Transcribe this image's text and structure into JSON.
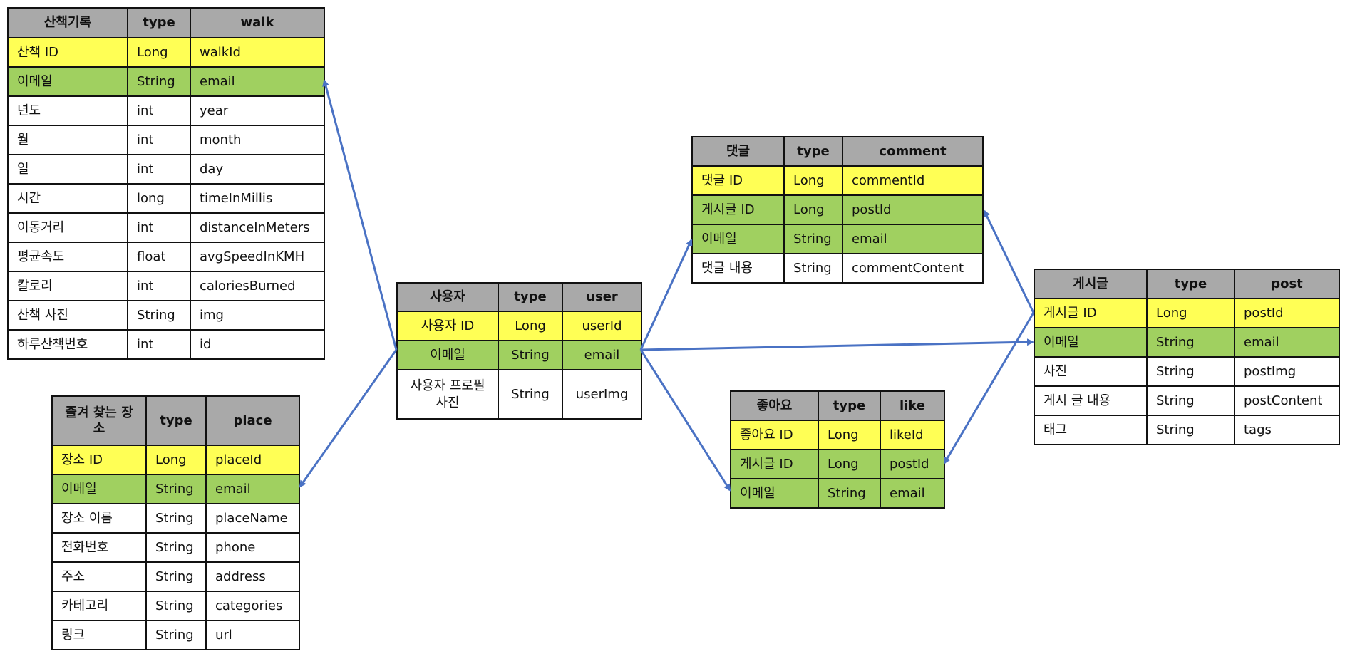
{
  "colors": {
    "header": "#a9a9a9",
    "primary_key": "#ffff55",
    "foreign_key": "#a0d060",
    "arrow": "#4a72c4"
  },
  "tables": [
    {
      "id": "walk",
      "headers": [
        "산책기록",
        "type",
        "walk"
      ],
      "rows": [
        {
          "kind": "pk",
          "cells": [
            "산책 ID",
            "Long",
            "walkId"
          ]
        },
        {
          "kind": "fk",
          "cells": [
            "이메일",
            "String",
            "email"
          ]
        },
        {
          "kind": "",
          "cells": [
            "년도",
            "int",
            "year"
          ]
        },
        {
          "kind": "",
          "cells": [
            "월",
            "int",
            "month"
          ]
        },
        {
          "kind": "",
          "cells": [
            "일",
            "int",
            "day"
          ]
        },
        {
          "kind": "",
          "cells": [
            "시간",
            "long",
            "timeInMillis"
          ]
        },
        {
          "kind": "",
          "cells": [
            "이동거리",
            "int",
            "distanceInMeters"
          ]
        },
        {
          "kind": "",
          "cells": [
            "평균속도",
            "float",
            "avgSpeedInKMH"
          ]
        },
        {
          "kind": "",
          "cells": [
            "칼로리",
            "int",
            "caloriesBurned"
          ]
        },
        {
          "kind": "",
          "cells": [
            "산책 사진",
            "String",
            "img"
          ]
        },
        {
          "kind": "",
          "cells": [
            "하루산책번호",
            "int",
            "id"
          ]
        }
      ]
    },
    {
      "id": "place",
      "headers": [
        "즐겨 찾는 장소",
        "type",
        "place"
      ],
      "rows": [
        {
          "kind": "pk",
          "cells": [
            "장소 ID",
            "Long",
            "placeId"
          ]
        },
        {
          "kind": "fk",
          "cells": [
            "이메일",
            "String",
            "email"
          ]
        },
        {
          "kind": "",
          "cells": [
            "장소 이름",
            "String",
            "placeName"
          ]
        },
        {
          "kind": "",
          "cells": [
            "전화번호",
            "String",
            "phone"
          ]
        },
        {
          "kind": "",
          "cells": [
            "주소",
            "String",
            "address"
          ]
        },
        {
          "kind": "",
          "cells": [
            "카테고리",
            "String",
            "categories"
          ]
        },
        {
          "kind": "",
          "cells": [
            "링크",
            "String",
            "url"
          ]
        }
      ]
    },
    {
      "id": "user",
      "headers": [
        "사용자",
        "type",
        "user"
      ],
      "rows": [
        {
          "kind": "pk",
          "cells": [
            "사용자 ID",
            "Long",
            "userId"
          ]
        },
        {
          "kind": "fk",
          "cells": [
            "이메일",
            "String",
            "email"
          ]
        },
        {
          "kind": "",
          "cells": [
            "사용자 프로필사진",
            "String",
            "userImg"
          ]
        }
      ]
    },
    {
      "id": "comment",
      "headers": [
        "댓글",
        "type",
        "comment"
      ],
      "rows": [
        {
          "kind": "pk",
          "cells": [
            "댓글 ID",
            "Long",
            "commentId"
          ]
        },
        {
          "kind": "fk",
          "cells": [
            "게시글 ID",
            "Long",
            "postId"
          ]
        },
        {
          "kind": "fk",
          "cells": [
            "이메일",
            "String",
            "email"
          ]
        },
        {
          "kind": "",
          "cells": [
            "댓글 내용",
            "String",
            "commentContent"
          ]
        }
      ]
    },
    {
      "id": "like",
      "headers": [
        "좋아요",
        "type",
        "like"
      ],
      "rows": [
        {
          "kind": "pk",
          "cells": [
            "좋아요 ID",
            "Long",
            "likeId"
          ]
        },
        {
          "kind": "fk",
          "cells": [
            "게시글 ID",
            "Long",
            "postId"
          ]
        },
        {
          "kind": "fk",
          "cells": [
            "이메일",
            "String",
            "email"
          ]
        }
      ]
    },
    {
      "id": "post",
      "headers": [
        "게시글",
        "type",
        "post"
      ],
      "rows": [
        {
          "kind": "pk",
          "cells": [
            "게시글 ID",
            "Long",
            "postId"
          ]
        },
        {
          "kind": "fk",
          "cells": [
            "이메일",
            "String",
            "email"
          ]
        },
        {
          "kind": "",
          "cells": [
            "사진",
            "String",
            "postImg"
          ]
        },
        {
          "kind": "",
          "cells": [
            "게시 글 내용",
            "String",
            "postContent"
          ]
        },
        {
          "kind": "",
          "cells": [
            "태그",
            "String",
            "tags"
          ]
        }
      ]
    }
  ],
  "relations": [
    {
      "from": "user.email",
      "to": "walk.email"
    },
    {
      "from": "user.email",
      "to": "place.email"
    },
    {
      "from": "user.email",
      "to": "comment.email"
    },
    {
      "from": "user.email",
      "to": "post.email"
    },
    {
      "from": "user.email",
      "to": "like.email"
    },
    {
      "from": "post.postId",
      "to": "comment.postId"
    },
    {
      "from": "post.postId",
      "to": "like.postId"
    }
  ]
}
